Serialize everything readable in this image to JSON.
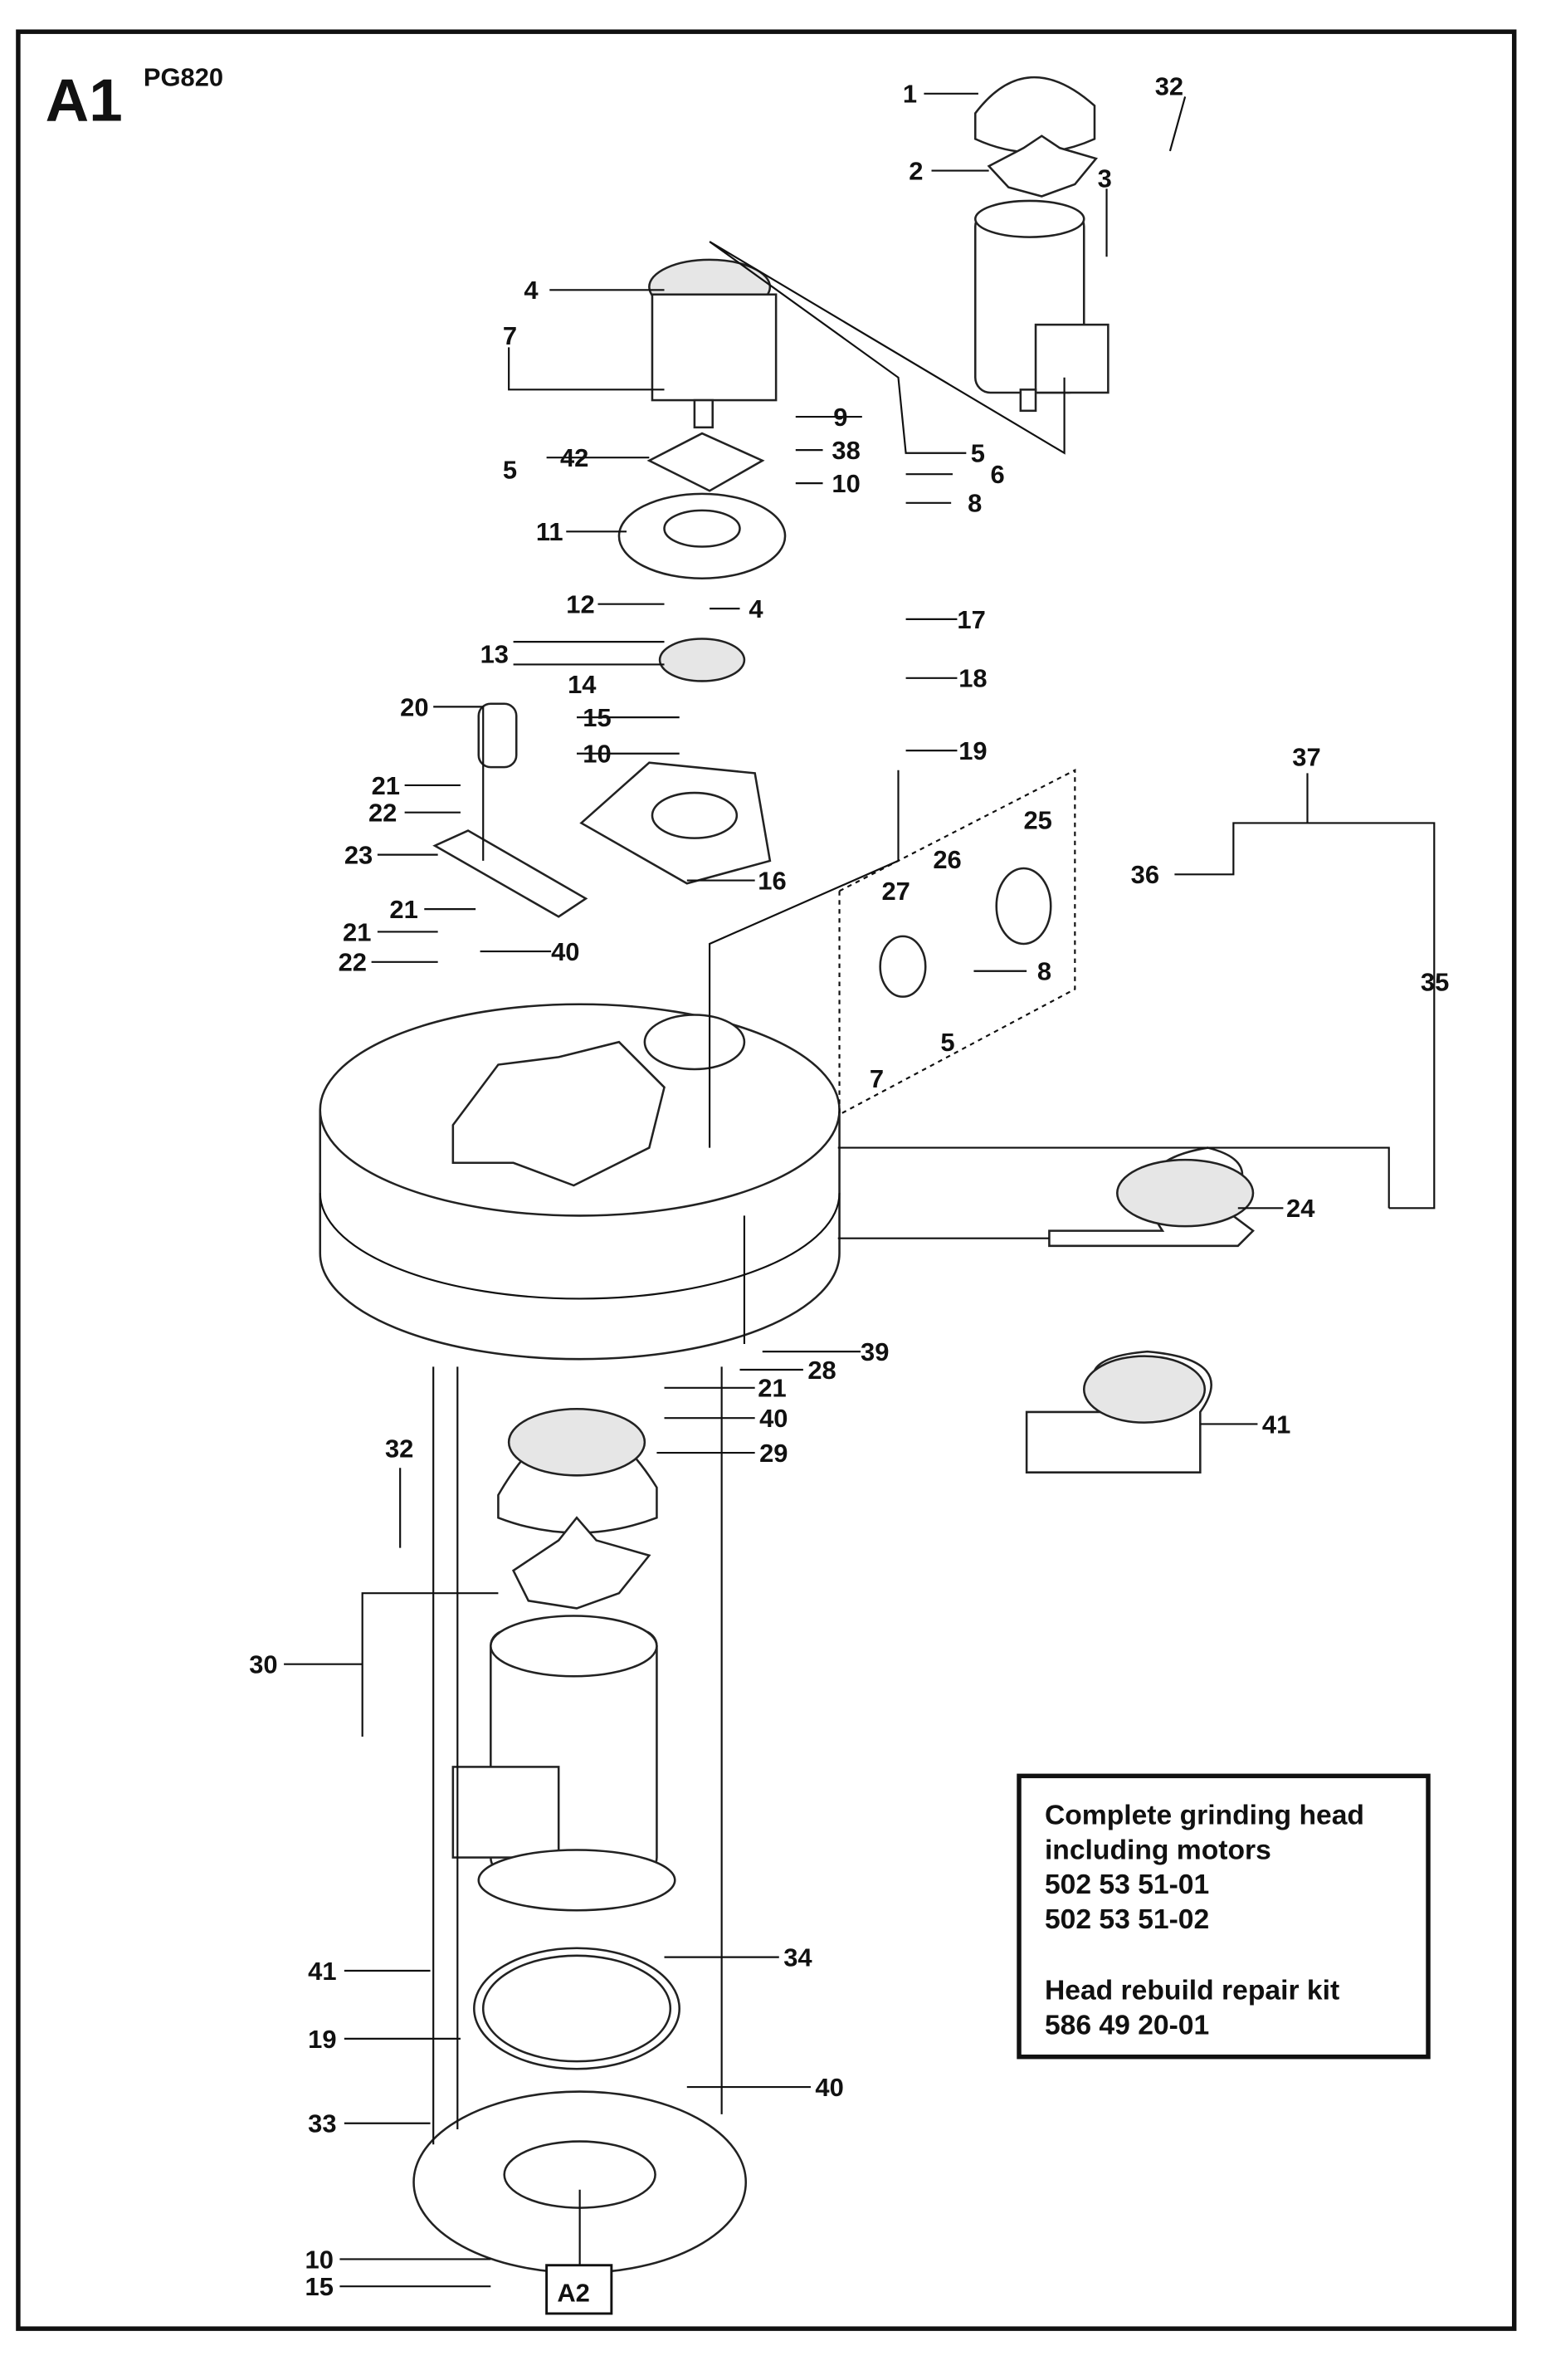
{
  "header": {
    "page_code": "A1",
    "model": "PG820"
  },
  "callouts": [
    "1",
    "32",
    "2",
    "3",
    "4",
    "7",
    "5",
    "42",
    "9",
    "38",
    "10",
    "5",
    "6",
    "8",
    "11",
    "12",
    "4",
    "13",
    "14",
    "17",
    "18",
    "20",
    "15",
    "10",
    "19",
    "37",
    "21",
    "22",
    "25",
    "23",
    "27",
    "26",
    "36",
    "16",
    "21",
    "21",
    "40",
    "22",
    "8",
    "35",
    "5",
    "7",
    "24",
    "39",
    "28",
    "21",
    "40",
    "41",
    "32",
    "29",
    "30",
    "34",
    "41",
    "19",
    "40",
    "33",
    "10",
    "15"
  ],
  "next_page_ref": "A2",
  "info_box": {
    "title_line1": "Complete grinding head",
    "title_line2": "including motors",
    "part_number_1": "502 53 51-01",
    "part_number_2": "502 53 51-02",
    "kit_title": "Head rebuild repair kit",
    "kit_part_number": "586 49 20-01"
  }
}
